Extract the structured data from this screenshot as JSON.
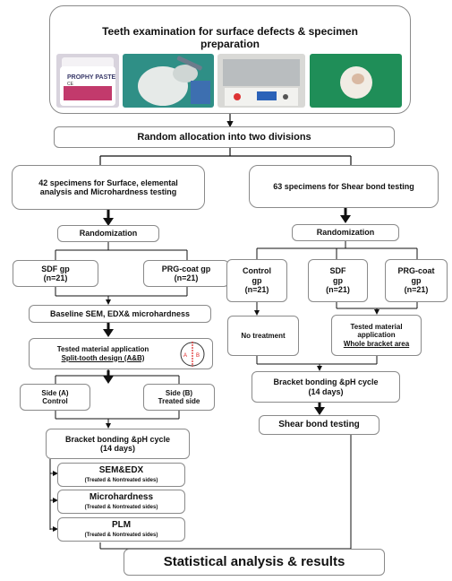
{
  "top_title": "Teeth examination for surface defects & specimen preparation",
  "photo_text": {
    "jar_label_line1": "PROPHY PASTE",
    "jar_label_line2": "CE"
  },
  "allocation": "Random allocation into two divisions",
  "left": {
    "header": "42 specimens for Surface, elemental analysis and Microhardness testing",
    "randomization": "Randomization",
    "sdf_label": "SDF gp",
    "sdf_n": "(n=21)",
    "prg_label": "PRG-coat gp",
    "prg_n": "(n=21)",
    "baseline": "Baseline SEM, EDX& microhardness",
    "tested_line1": "Tested material application",
    "tested_line2": "Split-tooth design (A&B)",
    "tooth_labels": [
      "A",
      "B"
    ],
    "side_a_line1": "Side (A)",
    "side_a_line2": "Control",
    "side_b_line1": "Side (B)",
    "side_b_line2": "Treated side",
    "bracket_line1": "Bracket bonding &pH cycle",
    "bracket_line2": "(14 days)",
    "tests": [
      {
        "name": "SEM&EDX",
        "note": "(Treated & Nontreated sides)"
      },
      {
        "name": "Microhardness",
        "note": "(Treated & Nontreated sides)"
      },
      {
        "name": "PLM",
        "note": "(Treated & Nontreated sides)"
      }
    ]
  },
  "right": {
    "header": "63 specimens for Shear bond testing",
    "randomization": "Randomization",
    "control_line1": "Control",
    "control_line2": "gp",
    "control_n": "(n=21)",
    "sdf_line1": "SDF",
    "sdf_line2": "gp",
    "sdf_n": "(n=21)",
    "prg_line1": "PRG-coat",
    "prg_line2": "gp",
    "prg_n": "(n=21)",
    "no_treatment": "No treatment",
    "tested_line1": "Tested material",
    "tested_line2": "application",
    "tested_line3": "Whole bracket area",
    "bracket_line1": "Bracket bonding &pH cycle",
    "bracket_line2": "(14 days)",
    "shear": "Shear bond testing"
  },
  "final": "Statistical analysis & results"
}
